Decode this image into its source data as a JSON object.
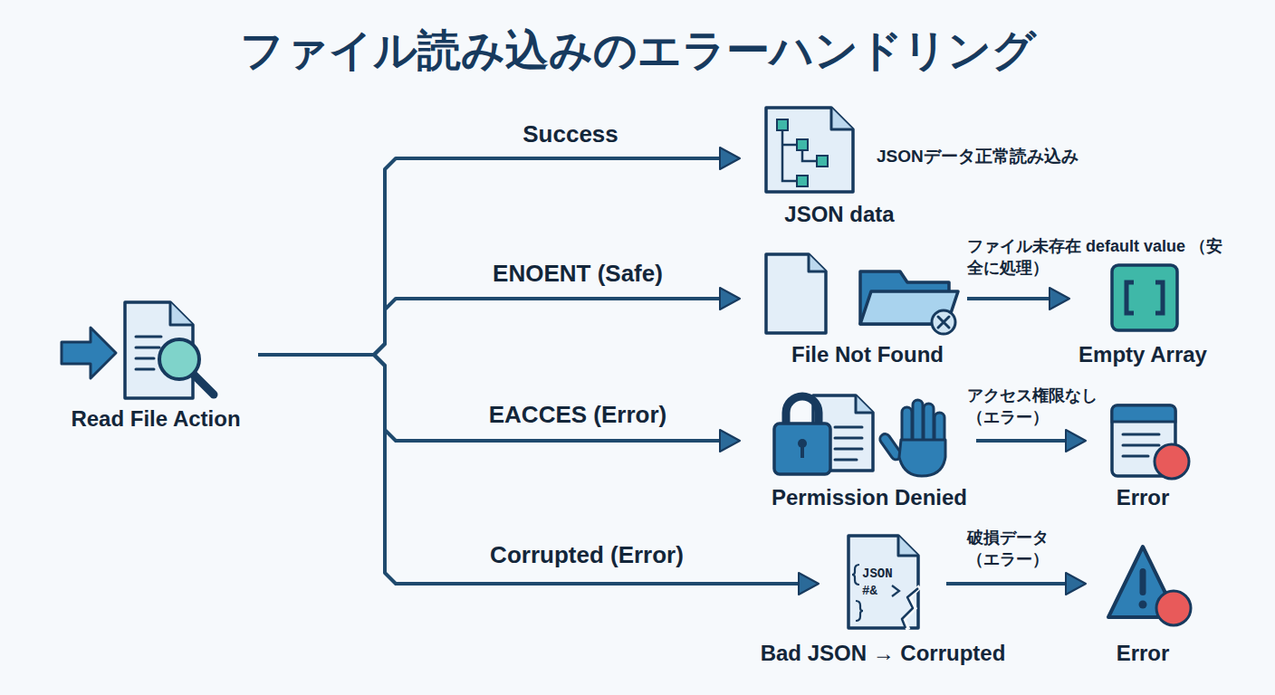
{
  "diagram": {
    "title": "ファイル読み込みのエラーハンドリング",
    "nodes": [
      {
        "text": [
          "Read File Action"
        ]
      },
      {
        "text": [
          "JSON data"
        ]
      },
      {
        "text": [
          "File Not Found"
        ]
      },
      {
        "text": [
          "Empty Array"
        ]
      },
      {
        "text": [
          "Permission Denied"
        ]
      },
      {
        "text": [
          "Error"
        ]
      },
      {
        "text": [
          "Bad JSON → Corrupted"
        ]
      },
      {
        "text": [
          "Error"
        ]
      }
    ],
    "edges": [
      {
        "from": 0,
        "to": 1,
        "label": "Success",
        "arrow": "to"
      },
      {
        "from": 0,
        "to": 2,
        "label": "ENOENT (Safe)",
        "arrow": "to"
      },
      {
        "from": 0,
        "to": 4,
        "label": "EACCES (Error)",
        "arrow": "to"
      },
      {
        "from": 0,
        "to": 6,
        "label": "Corrupted (Error)",
        "arrow": "to"
      },
      {
        "from": 2,
        "to": 3,
        "label": "ファイル未存在 default value （安全に処理）",
        "arrow": "to"
      },
      {
        "from": 4,
        "to": 5,
        "label": "アクセス権限なし （エラー）",
        "arrow": "to"
      },
      {
        "from": 6,
        "to": 7,
        "label": "破損データ （エラー）",
        "arrow": "to"
      }
    ],
    "labels": [
      "JSONデータ正常読み込み",
      "JSON",
      "#&"
    ]
  }
}
